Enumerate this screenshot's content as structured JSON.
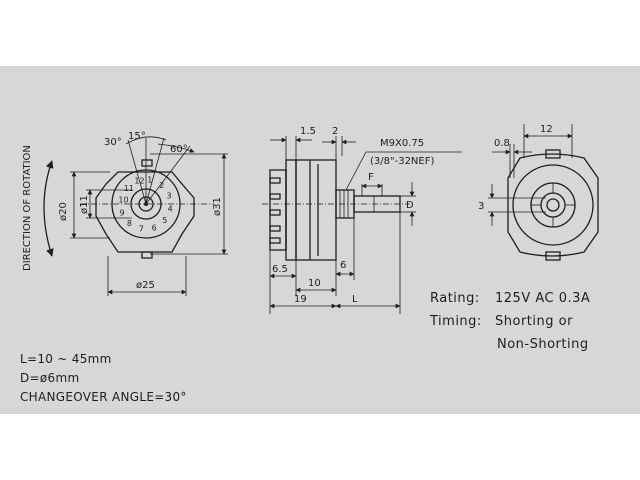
{
  "front_view": {
    "angle_30": "30°",
    "angle_15": "15°",
    "angle_60": "60°",
    "direction_label": "DIRECTION OF ROTATION",
    "dia_20": "ø20",
    "dia_11": "ø11",
    "dia_31": "ø31",
    "dia_25": "ø25",
    "terminal_numbers": [
      "1",
      "2",
      "3",
      "4",
      "5",
      "6",
      "7",
      "8",
      "9",
      "10",
      "11",
      "12"
    ]
  },
  "side_view": {
    "dim_1_5": "1.5",
    "dim_2": "2",
    "thread_metric": "M9X0.75",
    "thread_imperial": "(3/8\"-32NEF)",
    "label_F": "F",
    "label_D": "D",
    "dim_6_5": "6.5",
    "dim_6": "6",
    "dim_10": "10",
    "dim_19": "19",
    "label_L": "L"
  },
  "rear_view": {
    "dim_12": "12",
    "dim_0_8": "0.8",
    "dim_3": "3"
  },
  "ratings": {
    "rating_label": "Rating:",
    "rating_value": "125V  AC  0.3A",
    "timing_label": "Timing:",
    "timing_value_1": "Shorting  or",
    "timing_value_2": "Non-Shorting"
  },
  "notes": {
    "length": "L=10 ~ 45mm",
    "diameter": "D=ø6mm",
    "angle": "CHANGEOVER  ANGLE=30°"
  }
}
